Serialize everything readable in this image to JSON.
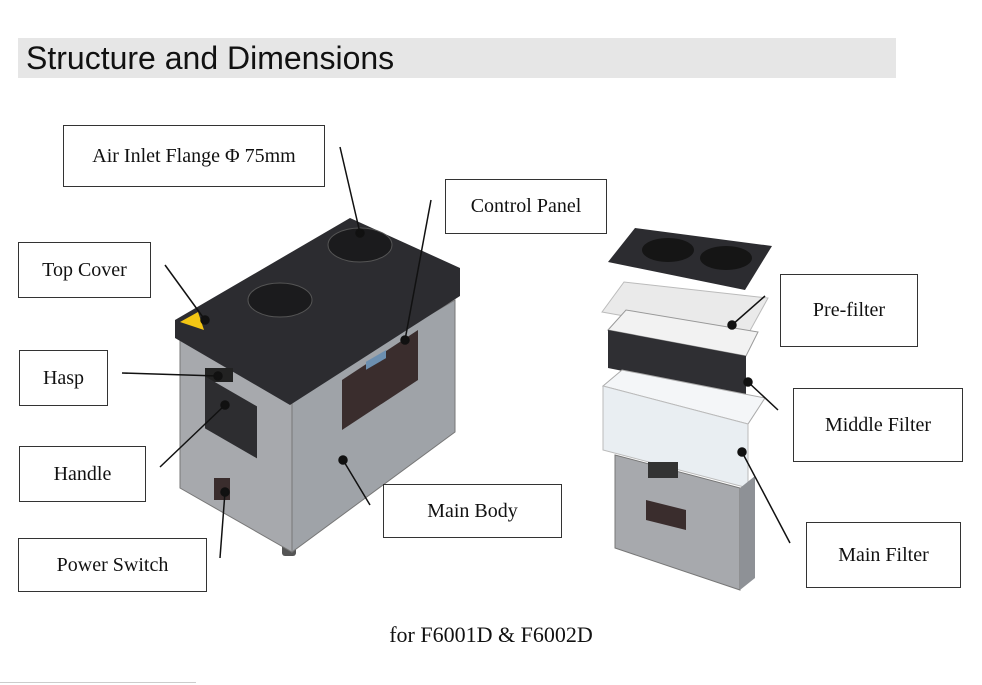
{
  "title": "Structure and Dimensions",
  "labels": {
    "air_inlet": "Air Inlet Flange Φ 75mm",
    "control_panel": "Control Panel",
    "top_cover": "Top Cover",
    "hasp": "Hasp",
    "handle": "Handle",
    "main_body": "Main Body",
    "power_switch": "Power Switch",
    "pre_filter": "Pre-filter",
    "middle_filter": "Middle Filter",
    "main_filter": "Main Filter"
  },
  "caption": "for F6001D & F6002D",
  "colors": {
    "title_bg": "#e6e6e6",
    "body_gray": "#a9acb1",
    "top_dark": "#2b2b2e",
    "filter_white": "#eef1f4"
  }
}
